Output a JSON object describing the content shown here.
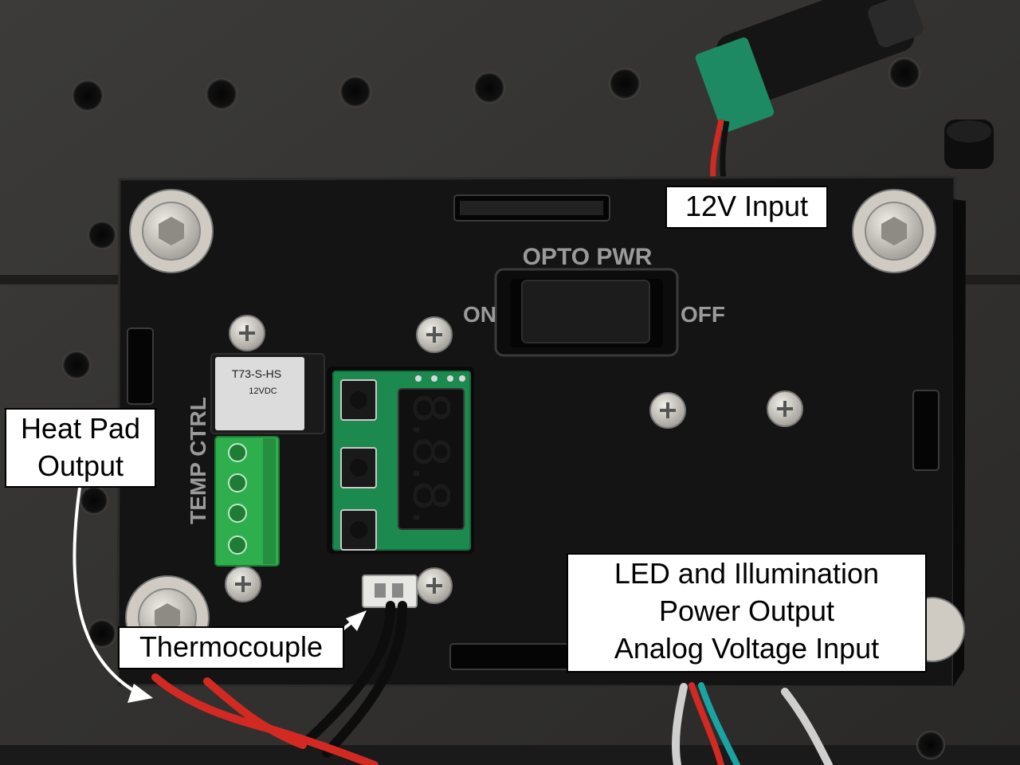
{
  "labels": {
    "twelve_v_input": "12V Input",
    "heat_pad_output": [
      "Heat Pad",
      "Output"
    ],
    "thermocouple": "Thermocouple",
    "led_illumination": [
      "LED and Illumination",
      "Power Output",
      "Analog Voltage Input"
    ]
  },
  "engraving": {
    "opto_pwr": "OPTO PWR",
    "switch_on": "ON",
    "switch_off": "OFF",
    "temp_ctrl": "TEMP CTRL"
  },
  "relay": {
    "model": "T73-S-HS",
    "coil": "12VDC"
  },
  "display": {
    "digits": "8.8.8."
  },
  "colors": {
    "panel": "#141414",
    "plate": "#3a3937",
    "terminal_green": "#2fae4e",
    "wire_red": "#d22a22",
    "wire_black": "#0d0d0d",
    "wire_teal": "#1aa3a3"
  }
}
